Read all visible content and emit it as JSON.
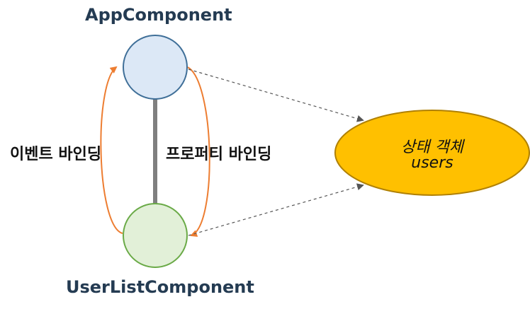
{
  "nodes": {
    "app_component": "AppComponent",
    "user_list_component": "UserListComponent",
    "state_object": {
      "title": "상태 객체",
      "name": "users"
    }
  },
  "bindings": {
    "event_binding": "이벤트 바인딩",
    "property_binding": "프로퍼티 바인딩"
  },
  "colors": {
    "app_fill": "#dce8f6",
    "app_stroke": "#3f6f98",
    "user_fill": "#e2f0d8",
    "user_stroke": "#6aaa47",
    "state_fill": "#ffc000",
    "state_stroke": "#b08000",
    "binding_arrow": "#ed7d31",
    "connector": "#7f7f7f",
    "dotted_arrow": "#555555"
  }
}
